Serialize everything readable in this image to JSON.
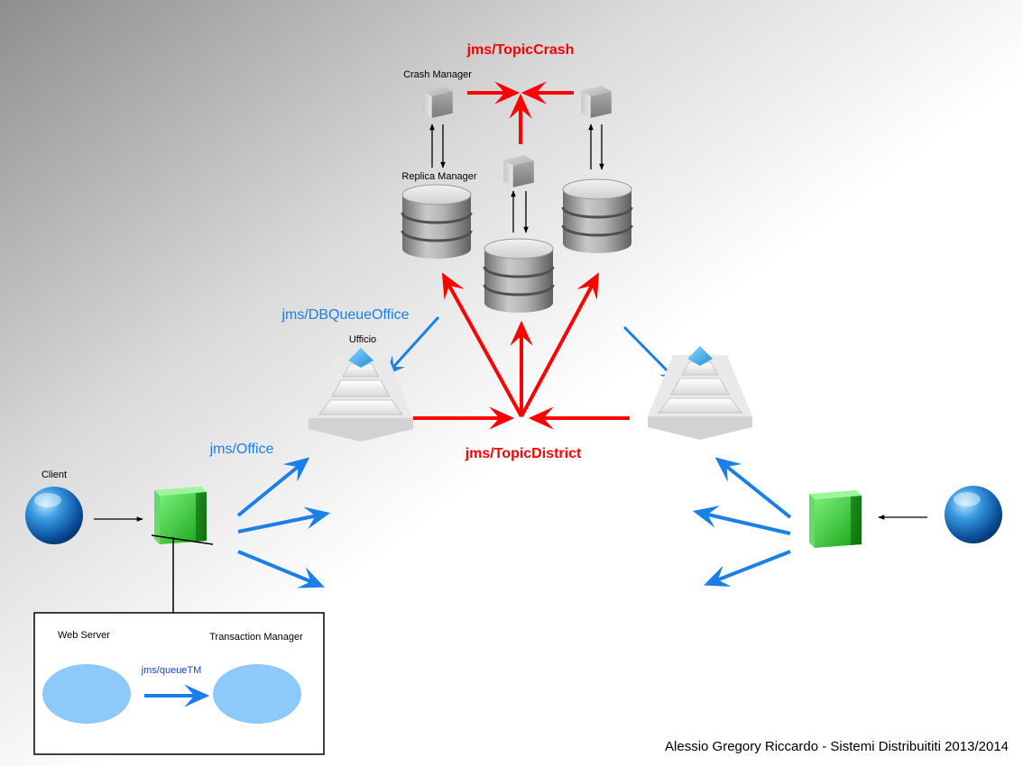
{
  "labels": {
    "topic_crash": "jms/TopicCrash",
    "crash_manager": "Crash Manager",
    "replica_manager": "Replica Manager",
    "db_queue_office": "jms/DBQueueOffice",
    "ufficio": "Ufficio",
    "jms_office": "jms/Office",
    "topic_district": "jms/TopicDistrict",
    "client": "Client",
    "web_server": "Web Server",
    "transaction_manager": "Transaction Manager",
    "queue_tm": "jms/queueTM",
    "footer": "Alessio Gregory Riccardo - Sistemi Distribuititi 2013/2014"
  },
  "colors": {
    "red": "#ff0000",
    "blue": "#1a7fe6",
    "green": "#22b022",
    "ellipse_fill": "#8ec9fb",
    "black": "#000000"
  },
  "icons": [
    "gray-cube-icon",
    "database-icon",
    "pyramid-icon",
    "green-server-icon",
    "blue-sphere-icon"
  ]
}
